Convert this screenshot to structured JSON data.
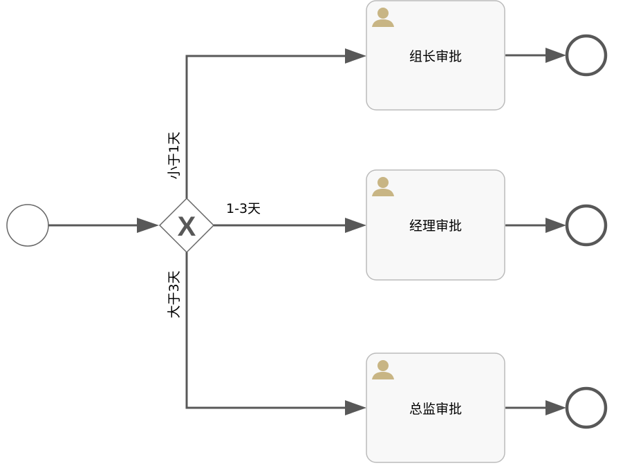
{
  "diagram": {
    "start_event": {
      "type": "start-event"
    },
    "gateway": {
      "type": "exclusive-gateway",
      "marker": "X"
    },
    "flows": {
      "lt1": "小于1天",
      "mid": "1-3天",
      "gt3": "大于3天"
    },
    "tasks": [
      {
        "label": "组长审批",
        "icon": "user-icon"
      },
      {
        "label": "经理审批",
        "icon": "user-icon"
      },
      {
        "label": "总监审批",
        "icon": "user-icon"
      }
    ],
    "colors": {
      "line": "#585858",
      "user_icon": "#c8b584",
      "task_fill": "#f8f8f8",
      "task_border": "#bbbbbb"
    }
  }
}
